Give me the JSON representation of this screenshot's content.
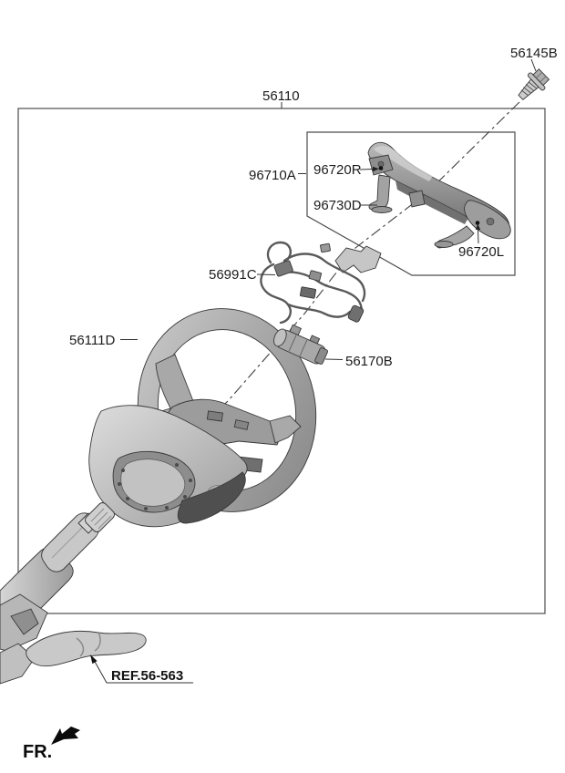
{
  "labels": {
    "box_56110": "56110",
    "bolt_56145b": "56145B",
    "bezel_96710a": "96710A",
    "switch_right_96720r": "96720R",
    "bracket_96730d": "96730D",
    "switch_left_96720l": "96720L",
    "harness_56991c": "56991C",
    "wheel_56111d": "56111D",
    "damper_56170b": "56170B",
    "ref_column": "REF.56-563",
    "fr": "FR."
  },
  "colors": {
    "background": "#ffffff",
    "box_border": "#4c4c4c",
    "callout_line": "#333333",
    "centerline": "#3f3f3f",
    "text": "#1c1c1c",
    "part_light": "#d2d2d2",
    "part_mid": "#a5a5a5",
    "part_dark": "#5e5e5e",
    "marker_black": "#0a0a0a"
  }
}
